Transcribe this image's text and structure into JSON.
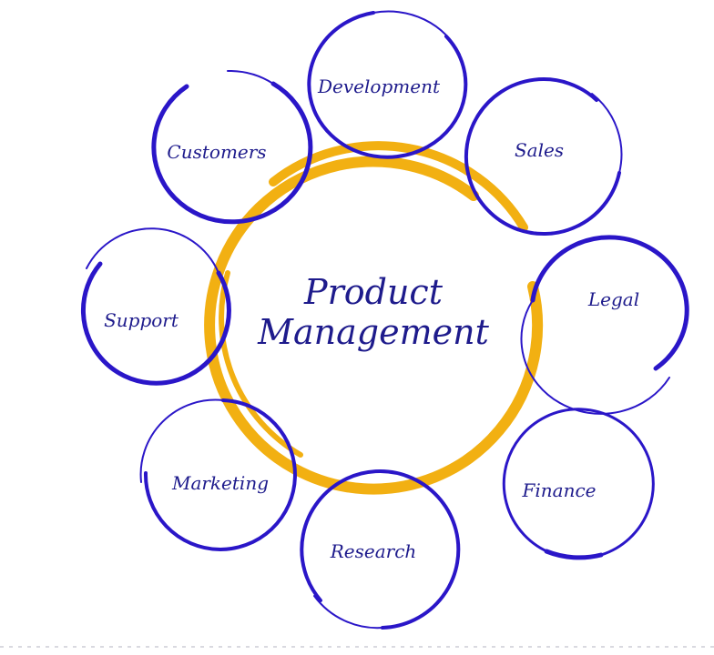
{
  "colors": {
    "center_ring": "#f2b012",
    "node_ring": "#2a16c8",
    "text": "#1e1b8c",
    "background": "#ffffff"
  },
  "center": {
    "line1": "Product",
    "line2": "Management"
  },
  "nodes": [
    {
      "id": "development",
      "label": "Development"
    },
    {
      "id": "sales",
      "label": "Sales"
    },
    {
      "id": "legal",
      "label": "Legal"
    },
    {
      "id": "finance",
      "label": "Finance"
    },
    {
      "id": "research",
      "label": "Research"
    },
    {
      "id": "marketing",
      "label": "Marketing"
    },
    {
      "id": "support",
      "label": "Support"
    },
    {
      "id": "customers",
      "label": "Customers"
    }
  ]
}
